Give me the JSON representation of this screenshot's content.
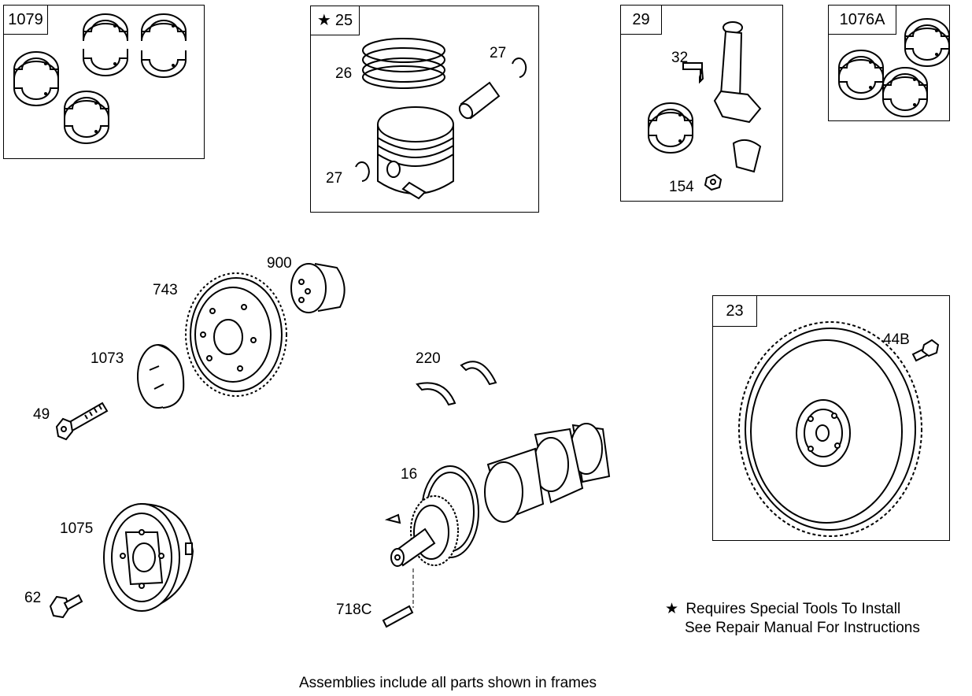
{
  "frames": {
    "bearings_main": {
      "tag": "1079"
    },
    "piston_kit": {
      "star": "★",
      "tag": "25"
    },
    "connecting_rod": {
      "tag": "29"
    },
    "bearings_rod": {
      "tag": "1076A"
    },
    "flywheel": {
      "tag": "23"
    }
  },
  "parts": {
    "ring_set": "26",
    "retainer_upper": "27",
    "retainer_lower": "27",
    "rod_bolt": "32",
    "rod_nut": "154",
    "weight": "900",
    "gear": "743",
    "plate": "1073",
    "screw_gear": "49",
    "thrust_washer": "220",
    "crankshaft": "16",
    "pin": "718C",
    "pulley": "1075",
    "screw_pulley": "62",
    "flywheel_screw": "44B"
  },
  "notes": {
    "star": "★",
    "special_tools_line1": "Requires Special Tools To Install",
    "special_tools_line2": "See Repair Manual For Instructions",
    "footer": "Assemblies include all parts shown in frames"
  }
}
